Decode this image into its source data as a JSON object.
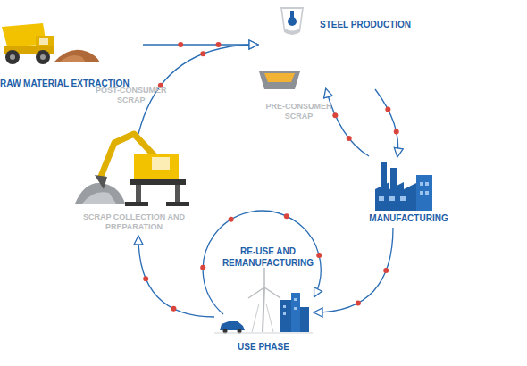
{
  "diagram": {
    "nodes": [
      {
        "text": [
          "RAW MATERIAL EXTRACTION"
        ]
      },
      {
        "text": [
          "STEEL PRODUCTION"
        ]
      },
      {
        "text": [
          "MANUFACTURING"
        ]
      },
      {
        "text": [
          "USE PHASE"
        ]
      },
      {
        "text": [
          "SCRAP COLLECTION AND PREPARATION"
        ]
      }
    ],
    "edges": [
      {
        "from": 0,
        "to": 1,
        "arrow": "to"
      },
      {
        "from": 1,
        "to": 2,
        "arrow": "to"
      },
      {
        "from": 2,
        "to": 1,
        "label": "PRE-CONSUMER SCRAP",
        "arrow": "to"
      },
      {
        "from": 2,
        "to": 3,
        "arrow": "to"
      },
      {
        "from": 3,
        "to": 4,
        "arrow": "to"
      },
      {
        "from": 4,
        "to": 1,
        "label": "POST-CONSUMER SCRAP",
        "arrow": "to"
      }
    ],
    "labels": [
      "RE-USE AND REMANUFACTURING"
    ]
  }
}
